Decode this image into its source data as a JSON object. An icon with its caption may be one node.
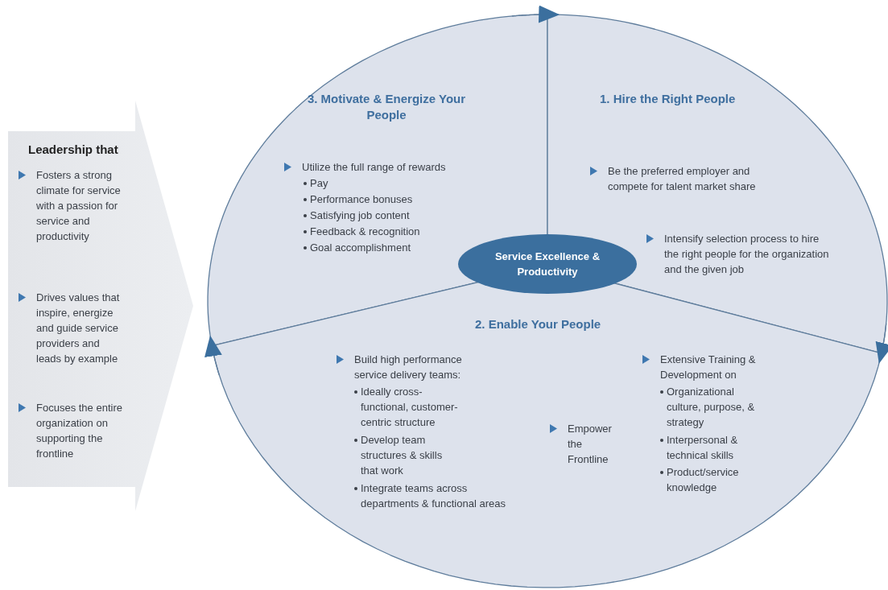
{
  "diagram": {
    "nodes": [
      {
        "text": [
          "Leadership that",
          "Fosters a strong climate for service with a passion for service and productivity",
          "Drives values that inspire, energize and guide service providers and leads by example",
          "Focuses the entire organization on supporting the frontline"
        ]
      },
      {
        "text": [
          "3. Motivate & Energize Your People",
          "Utilize the full range of rewards",
          "Pay",
          "Performance bonuses",
          "Satisfying job content",
          "Feedback & recognition",
          "Goal accomplishment"
        ]
      },
      {
        "text": [
          "1. Hire the Right People",
          "Be the preferred employer and compete for talent market share",
          "Intensify selection process to hire the right people for the organization and the given job"
        ]
      },
      {
        "text": [
          "Service Excellence & Productivity"
        ]
      },
      {
        "text": [
          "2. Enable Your People",
          "Build high performance service delivery teams:",
          "Ideally cross-functional, customer-centric structure",
          "Develop team structures & skills that work",
          "Integrate teams across departments & functional areas",
          "Empower the Frontline",
          "Extensive Training & Development on",
          "Organizational culture, purpose, & strategy",
          "Interpersonal & technical skills",
          "Product/service knowledge"
        ]
      }
    ],
    "edges": [
      {
        "from": 1,
        "to": 2,
        "arrow": "to"
      },
      {
        "from": 2,
        "to": 4,
        "arrow": "to"
      },
      {
        "from": 4,
        "to": 1,
        "arrow": "to"
      }
    ]
  }
}
